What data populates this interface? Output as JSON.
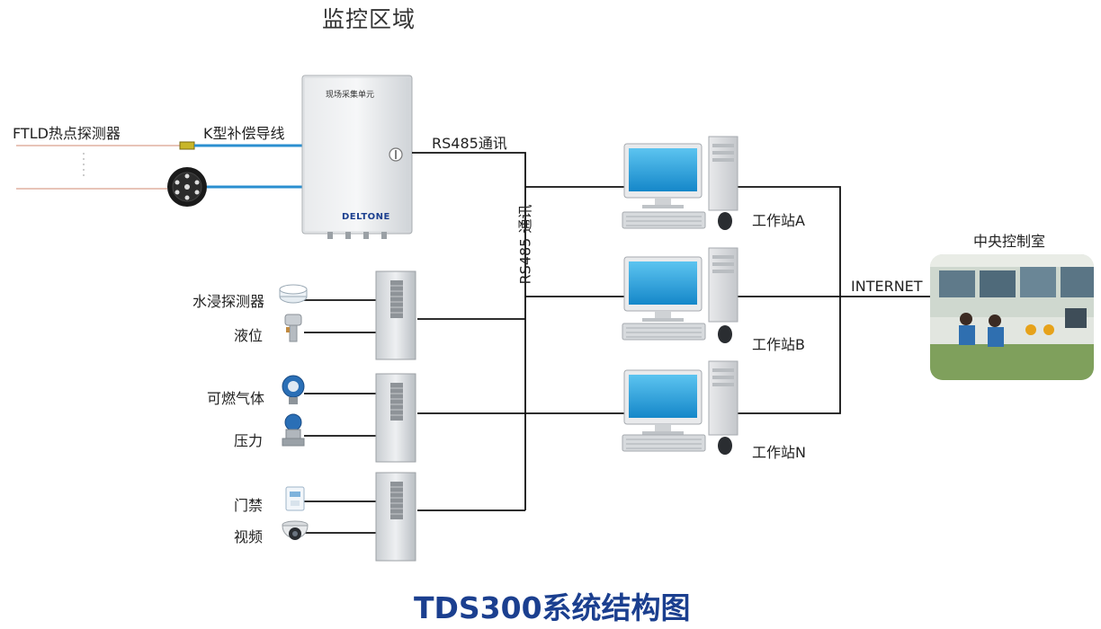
{
  "titles": {
    "top": "监控区域",
    "bottom": "TDS300系统结构图"
  },
  "collector": {
    "header": "现场采集单元",
    "brand": "DELTONE"
  },
  "labels": {
    "ftld": "FTLD热点探测器",
    "k_cable": "K型补偿导线",
    "rs485_horizontal": "RS485通讯",
    "rs485_vertical": "RS485 通讯",
    "internet": "INTERNET",
    "control_room": "中央控制室"
  },
  "sensors": [
    {
      "label": "水浸探测器",
      "icon": "water-detector-icon"
    },
    {
      "label": "液位",
      "icon": "level-sensor-icon"
    },
    {
      "label": "可燃气体",
      "icon": "gas-detector-icon"
    },
    {
      "label": "压力",
      "icon": "pressure-transmitter-icon"
    },
    {
      "label": "门禁",
      "icon": "access-control-icon"
    },
    {
      "label": "视频",
      "icon": "camera-icon"
    }
  ],
  "workstations": [
    {
      "label": "工作站A"
    },
    {
      "label": "工作站B"
    },
    {
      "label": "工作站N"
    }
  ],
  "colors": {
    "title_blue": "#1b3f8f",
    "cable_blue": "#2a8fd0",
    "probe_wire": "#d08a70",
    "line": "#111111",
    "screen": "#1e9ad6"
  }
}
